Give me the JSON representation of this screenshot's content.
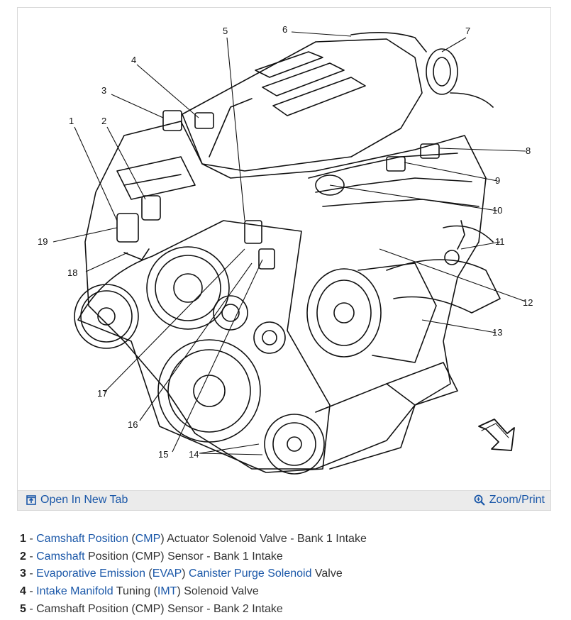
{
  "diagram": {
    "callouts": [
      "1",
      "2",
      "3",
      "4",
      "5",
      "6",
      "7",
      "8",
      "9",
      "10",
      "11",
      "12",
      "13",
      "14",
      "15",
      "16",
      "17",
      "18",
      "19"
    ]
  },
  "toolbar": {
    "open_new_tab_label": "Open In New Tab",
    "open_icon": "open-new-tab-icon",
    "zoom_print_label": "Zoom/Print",
    "zoom_icon": "magnifier-icon"
  },
  "legend": {
    "items": [
      {
        "num": "1",
        "parts": [
          {
            "text": "Camshaft Position",
            "link": true
          },
          {
            "text": " (",
            "link": false
          },
          {
            "text": "CMP",
            "link": true
          },
          {
            "text": ") Actuator Solenoid Valve - Bank 1 Intake",
            "link": false
          }
        ]
      },
      {
        "num": "2",
        "parts": [
          {
            "text": "Camshaft",
            "link": true
          },
          {
            "text": " Position (CMP) Sensor - Bank 1 Intake",
            "link": false
          }
        ]
      },
      {
        "num": "3",
        "parts": [
          {
            "text": "Evaporative Emission",
            "link": true
          },
          {
            "text": " (",
            "link": false
          },
          {
            "text": "EVAP",
            "link": true
          },
          {
            "text": ") ",
            "link": false
          },
          {
            "text": "Canister Purge Solenoid",
            "link": true
          },
          {
            "text": " Valve",
            "link": false
          }
        ]
      },
      {
        "num": "4",
        "parts": [
          {
            "text": "Intake Manifold",
            "link": true
          },
          {
            "text": " Tuning (",
            "link": false
          },
          {
            "text": "IMT",
            "link": true
          },
          {
            "text": ") Solenoid Valve",
            "link": false
          }
        ]
      },
      {
        "num": "5",
        "parts": [
          {
            "text": "Camshaft Position (CMP) Sensor - Bank 2 Intake",
            "link": false
          }
        ]
      }
    ]
  },
  "colors": {
    "link": "#1a57a8",
    "toolbar_bg": "#ebebeb",
    "border": "#d8d8d8",
    "text": "#333333"
  }
}
